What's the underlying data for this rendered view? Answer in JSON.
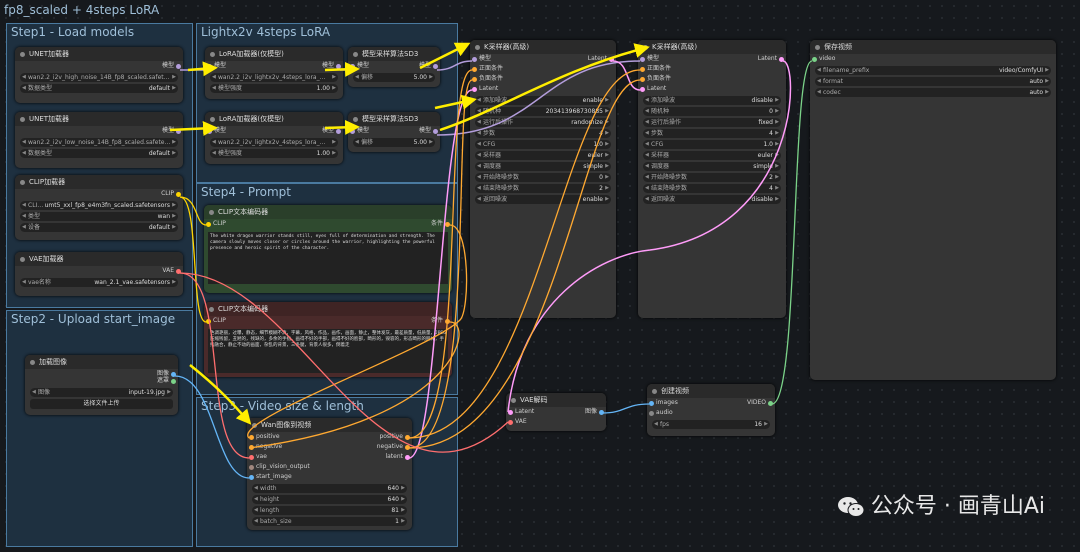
{
  "workflow_title": "fp8_scaled + 4steps LoRA",
  "groups": {
    "step1": "Step1 - Load models",
    "lightx": "Lightx2v 4steps LoRA",
    "step4": "Step4 - Prompt",
    "step2": "Step2 - Upload start_image",
    "step3": "Step3 - Video size & length"
  },
  "unet1": {
    "title": "UNET加载器",
    "out": "模型",
    "unet_name": "wan2.2_i2v_high_noise_14B_fp8_scaled.safet…",
    "dtype_label": "数据类型",
    "dtype": "default"
  },
  "unet2": {
    "title": "UNET加载器",
    "out": "模型",
    "unet_name": "wan2.2_i2v_low_noise_14B_fp8_scaled.safete…",
    "dtype_label": "数据类型",
    "dtype": "default"
  },
  "lora1": {
    "title": "LoRA加载器(仅模型)",
    "in": "模型",
    "out": "模型",
    "lora_name": "wan2.2_i2v_lightx2v_4steps_lora_…",
    "strength_label": "模型强度",
    "strength": "1.00"
  },
  "lora2": {
    "title": "LoRA加载器(仅模型)",
    "in": "模型",
    "out": "模型",
    "lora_name": "wan2.2_i2v_lightx2v_4steps_lora_…",
    "strength_label": "模型强度",
    "strength": "1.00"
  },
  "sd3a": {
    "title": "模型采样算法SD3",
    "in": "模型",
    "out": "模型",
    "shift_label": "偏移",
    "shift": "5.00"
  },
  "sd3b": {
    "title": "模型采样算法SD3",
    "in": "模型",
    "out": "模型",
    "shift_label": "偏移",
    "shift": "5.00"
  },
  "clip_loader": {
    "title": "CLIP加载器",
    "out": "CLIP",
    "clip_label": "CLI…",
    "clip_name": "umt5_xxl_fp8_e4m3fn_scaled.safetensors",
    "type_label": "类型",
    "type": "wan",
    "device_label": "设备",
    "device": "default"
  },
  "vae_loader": {
    "title": "VAE加载器",
    "out": "VAE",
    "vae_label": "vae名称",
    "vae_name": "wan_2.1_vae.safetensors"
  },
  "clip_pos": {
    "title": "CLIP文本编码器",
    "in": "CLIP",
    "out": "条件",
    "text": "The white dragon warrior stands still, eyes full of determination and strength. The camera slowly moves closer or circles around the warrior, highlighting the powerful presence and heroic spirit of the character."
  },
  "clip_neg": {
    "title": "CLIP文本编码器",
    "in": "CLIP",
    "out": "条件",
    "text": "色调艳丽，过曝，静态，细节模糊不清，字幕，风格，作品，画作，画面，静止，整体发灰，最差质量，低质量，JPEG压缩残留，丑陋的，残缺的，多余的手指，画得不好的手部，画得不好的脸部，畸形的，毁容的，形态畸形的肢体，手指融合，静止不动的画面，杂乱的背景，三条腿，背景人很多，倒着走"
  },
  "load_image": {
    "title": "加载图像",
    "out_image": "图像",
    "out_mask": "遮罩",
    "image_label": "图像",
    "image": "input-19.jpg",
    "upload": "选择文件上传"
  },
  "wan_i2v": {
    "title": "Wan图像到视频",
    "in_positive": "positive",
    "in_negative": "negative",
    "in_vae": "vae",
    "in_clip_vision": "clip_vision_output",
    "in_start": "start_image",
    "out_positive": "positive",
    "out_negative": "negative",
    "out_latent": "latent",
    "width_label": "width",
    "width": "640",
    "height_label": "height",
    "height": "640",
    "length_label": "length",
    "length": "81",
    "batch_label": "batch_size",
    "batch": "1"
  },
  "ks1": {
    "title": "K采样器(高级)",
    "in_model": "模型",
    "in_pos": "正面条件",
    "in_neg": "负面条件",
    "in_latent": "Latent",
    "out": "Latent",
    "rows": [
      [
        "添加噪波",
        "enable"
      ],
      [
        "随机种",
        "203413968730885"
      ],
      [
        "运行后操作",
        "randomize"
      ],
      [
        "步数",
        "4"
      ],
      [
        "CFG",
        "1.0"
      ],
      [
        "采样器",
        "euler"
      ],
      [
        "调度器",
        "simple"
      ],
      [
        "开始降噪步数",
        "0"
      ],
      [
        "结束降噪步数",
        "2"
      ],
      [
        "返回噪波",
        "enable"
      ]
    ]
  },
  "ks2": {
    "title": "K采样器(高级)",
    "in_model": "模型",
    "in_pos": "正面条件",
    "in_neg": "负面条件",
    "in_latent": "Latent",
    "out": "Latent",
    "rows": [
      [
        "添加噪波",
        "disable"
      ],
      [
        "随机种",
        "0"
      ],
      [
        "运行后操作",
        "fixed"
      ],
      [
        "步数",
        "4"
      ],
      [
        "CFG",
        "1.0"
      ],
      [
        "采样器",
        "euler"
      ],
      [
        "调度器",
        "simple"
      ],
      [
        "开始降噪步数",
        "2"
      ],
      [
        "结束降噪步数",
        "4"
      ],
      [
        "返回噪波",
        "disable"
      ]
    ]
  },
  "save_video": {
    "title": "保存视频",
    "in": "video",
    "prefix_label": "filename_prefix",
    "prefix": "video/ComfyUI",
    "format_label": "format",
    "format": "auto",
    "codec_label": "codec",
    "codec": "auto"
  },
  "vae_decode": {
    "title": "VAE解码",
    "in_latent": "Latent",
    "in_vae": "VAE",
    "out": "图像"
  },
  "create_video": {
    "title": "创建视频",
    "in_images": "images",
    "in_audio": "audio",
    "out": "VIDEO",
    "fps_label": "fps",
    "fps": "16"
  },
  "watermark": "公众号 · 画青山Ai",
  "colors": {
    "model": "#b39ddb",
    "clip": "#ffd500",
    "vae": "#ff6e6e",
    "cond": "#ffa931",
    "latent": "#ff9cf9",
    "image": "#64b5f6",
    "video": "#7bd389",
    "arrow": "#ffee00"
  }
}
